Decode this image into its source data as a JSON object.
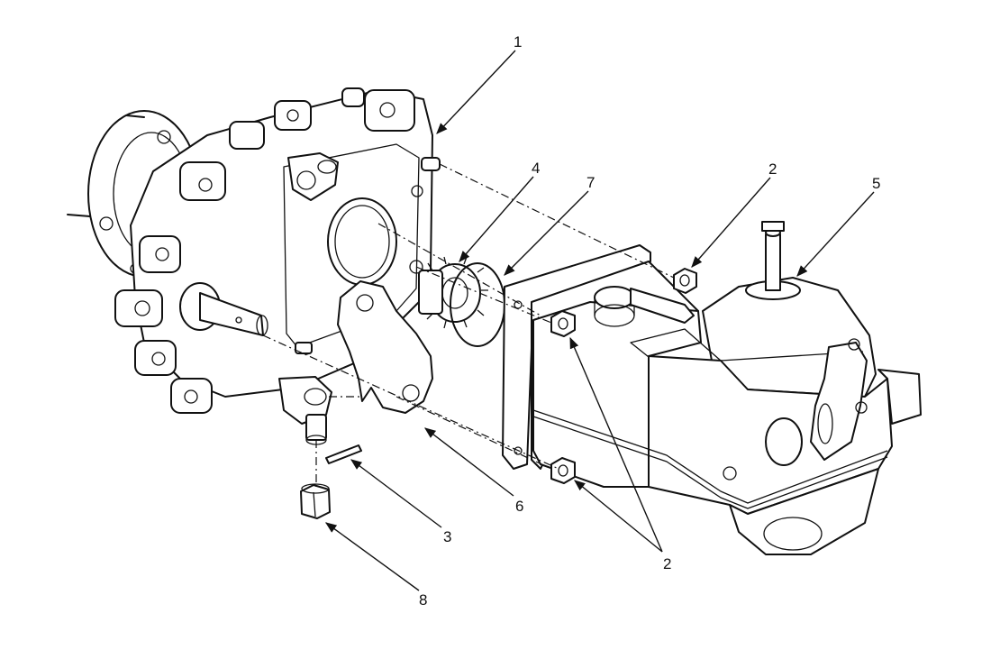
{
  "callouts": [
    {
      "id": "c1a",
      "label": "1"
    },
    {
      "id": "c2a",
      "label": "2"
    },
    {
      "id": "c5",
      "label": "5"
    },
    {
      "id": "c4",
      "label": "4"
    },
    {
      "id": "c7",
      "label": "7"
    },
    {
      "id": "c6",
      "label": "6"
    },
    {
      "id": "c3",
      "label": "3"
    },
    {
      "id": "c8",
      "label": "8"
    },
    {
      "id": "c2b",
      "label": "2"
    }
  ],
  "colors": {
    "ink": "#111111",
    "paper": "#ffffff"
  }
}
